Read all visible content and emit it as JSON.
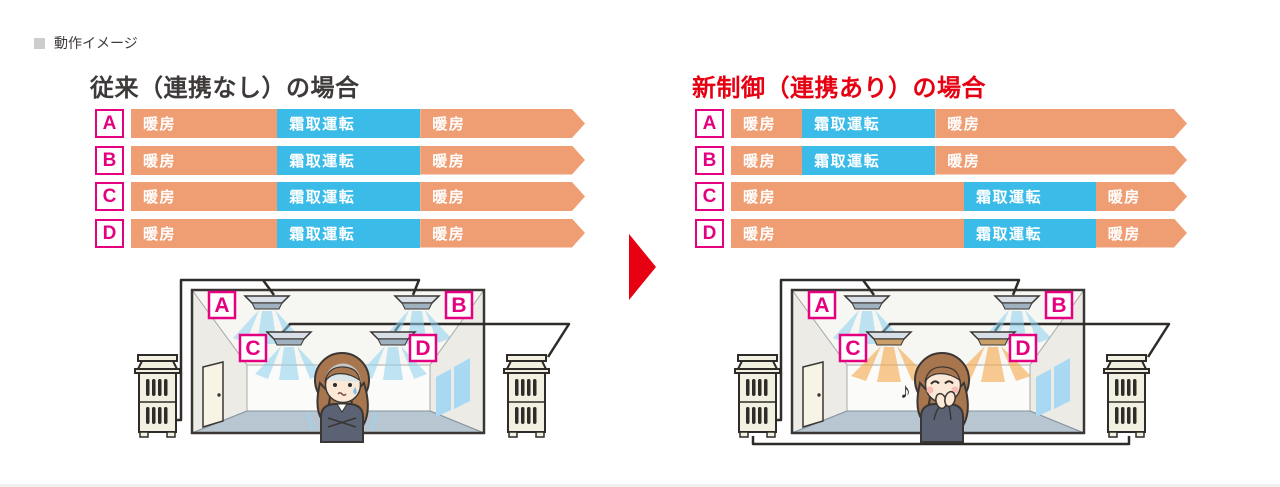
{
  "page": {
    "section_label": "動作イメージ"
  },
  "colors": {
    "heating_orange": "#EF9E74",
    "defrost_blue": "#3BBCE8",
    "label_magenta": "#E4007F",
    "accent_red": "#E60012",
    "title_dark": "#3E3A39",
    "floor_gray_blue": "#B7C6D0",
    "window_blue": "#A9D9F2",
    "warm_air_orange": "#F5A94B",
    "cool_air_blue": "#8ED2F0"
  },
  "panels": [
    {
      "title": "従来（連携なし）の場合",
      "rows": [
        {
          "label": "A",
          "segments": [
            {
              "type": "heating",
              "text": "暖房",
              "width": 32.2
            },
            {
              "type": "defrost",
              "text": "霜取運転",
              "width": 31.5
            },
            {
              "type": "heating",
              "text": "暖房",
              "width": 36.3
            }
          ]
        },
        {
          "label": "B",
          "segments": [
            {
              "type": "heating",
              "text": "暖房",
              "width": 32.2
            },
            {
              "type": "defrost",
              "text": "霜取運転",
              "width": 31.5
            },
            {
              "type": "heating",
              "text": "暖房",
              "width": 36.3
            }
          ]
        },
        {
          "label": "C",
          "segments": [
            {
              "type": "heating",
              "text": "暖房",
              "width": 32.2
            },
            {
              "type": "defrost",
              "text": "霜取運転",
              "width": 31.5
            },
            {
              "type": "heating",
              "text": "暖房",
              "width": 36.3
            }
          ]
        },
        {
          "label": "D",
          "segments": [
            {
              "type": "heating",
              "text": "暖房",
              "width": 32.2
            },
            {
              "type": "defrost",
              "text": "霜取運転",
              "width": 31.5
            },
            {
              "type": "heating",
              "text": "暖房",
              "width": 36.3
            }
          ]
        }
      ]
    },
    {
      "title": "新制御（連携あり）の場合",
      "rows": [
        {
          "label": "A",
          "segments": [
            {
              "type": "heating",
              "text": "暖房",
              "width": 15.6
            },
            {
              "type": "defrost",
              "text": "霜取運転",
              "width": 29.2
            },
            {
              "type": "heating",
              "text": "暖房",
              "width": 55.2
            }
          ]
        },
        {
          "label": "B",
          "segments": [
            {
              "type": "heating",
              "text": "暖房",
              "width": 15.6
            },
            {
              "type": "defrost",
              "text": "霜取運転",
              "width": 29.2
            },
            {
              "type": "heating",
              "text": "暖房",
              "width": 55.2
            }
          ]
        },
        {
          "label": "C",
          "segments": [
            {
              "type": "heating",
              "text": "暖房",
              "width": 51.1
            },
            {
              "type": "defrost",
              "text": "霜取運転",
              "width": 28.9
            },
            {
              "type": "heating",
              "text": "暖房",
              "width": 20.0
            }
          ]
        },
        {
          "label": "D",
          "segments": [
            {
              "type": "heating",
              "text": "暖房",
              "width": 51.1
            },
            {
              "type": "defrost",
              "text": "霜取運転",
              "width": 28.9
            },
            {
              "type": "heating",
              "text": "暖房",
              "width": 20.0
            }
          ]
        }
      ]
    }
  ],
  "scenes": [
    {
      "units": [
        {
          "label": "A"
        },
        {
          "label": "B"
        },
        {
          "label": "C"
        },
        {
          "label": "D"
        }
      ]
    },
    {
      "units": [
        {
          "label": "A"
        },
        {
          "label": "B"
        },
        {
          "label": "C"
        },
        {
          "label": "D"
        }
      ],
      "note_glyph": "♪"
    }
  ]
}
